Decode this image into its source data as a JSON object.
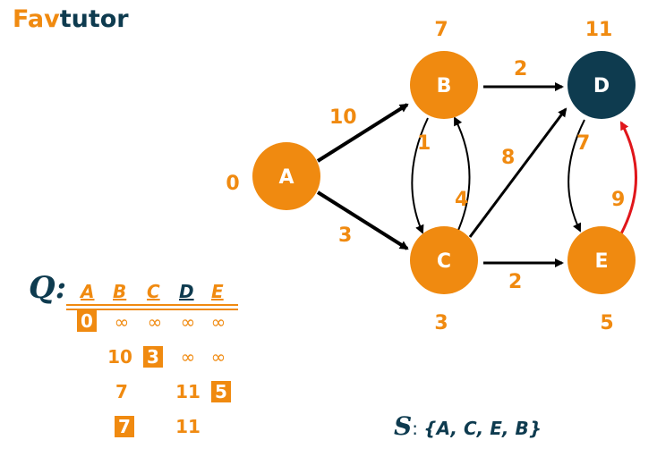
{
  "brand": {
    "part1": "Fa",
    "part2": "v",
    "part3": "tutor"
  },
  "graph": {
    "nodes": [
      {
        "id": "A",
        "label": "A",
        "dist": "0"
      },
      {
        "id": "B",
        "label": "B",
        "dist": "7"
      },
      {
        "id": "C",
        "label": "C",
        "dist": "3"
      },
      {
        "id": "D",
        "label": "D",
        "dist": "11"
      },
      {
        "id": "E",
        "label": "E",
        "dist": "5"
      }
    ],
    "edges": [
      {
        "from": "A",
        "to": "B",
        "weight": "10"
      },
      {
        "from": "A",
        "to": "C",
        "weight": "3"
      },
      {
        "from": "B",
        "to": "C",
        "weight": "1"
      },
      {
        "from": "C",
        "to": "B",
        "weight": "4"
      },
      {
        "from": "B",
        "to": "D",
        "weight": "2"
      },
      {
        "from": "C",
        "to": "D",
        "weight": "8"
      },
      {
        "from": "C",
        "to": "E",
        "weight": "2"
      },
      {
        "from": "D",
        "to": "E",
        "weight": "7"
      },
      {
        "from": "E",
        "to": "D",
        "weight": "9"
      }
    ],
    "colors": {
      "node": "#F08A10",
      "visited_node": "#0E3B4F",
      "edge": "#000000",
      "highlight_edge": "#E0161B"
    }
  },
  "queue": {
    "symbol": "Q:",
    "headers": [
      "A",
      "B",
      "C",
      "D",
      "E"
    ],
    "rows": [
      [
        "0",
        "∞",
        "∞",
        "∞",
        "∞"
      ],
      [
        "",
        "10",
        "3",
        "∞",
        "∞"
      ],
      [
        "",
        "7",
        "",
        "11",
        "5"
      ],
      [
        "",
        "7",
        "",
        "11",
        ""
      ]
    ]
  },
  "visited_set": {
    "symbol": "S",
    "separator": ":",
    "items": "{A, C, E, B}"
  }
}
